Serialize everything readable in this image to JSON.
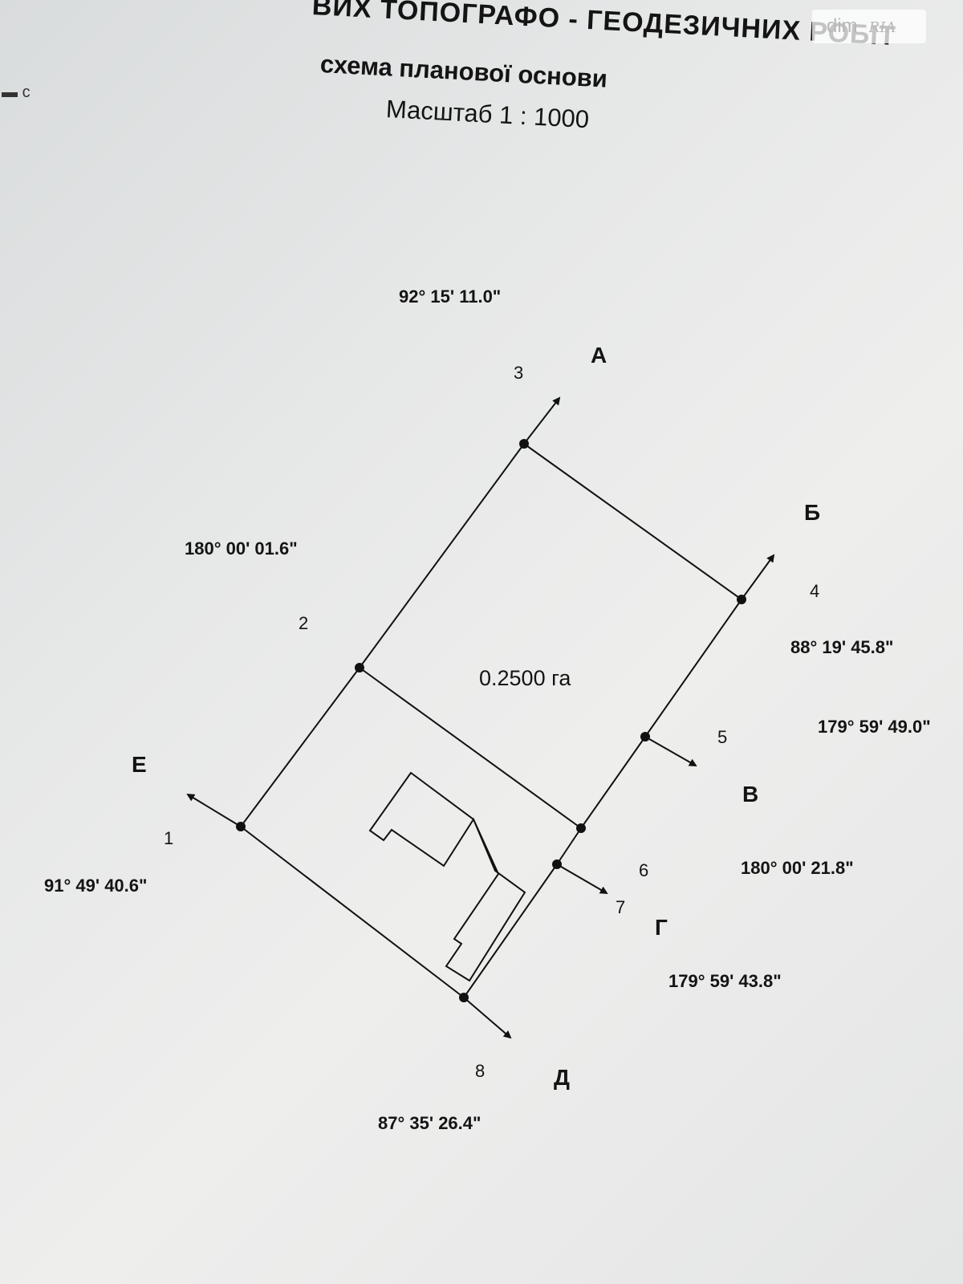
{
  "document": {
    "header": "ВИХ ТОПОГРАФО - ГЕОДЕЗИЧНИХ РОБІТ",
    "title": "схема планової основи",
    "scale": "Масштаб 1 : 1000",
    "corner_mark": "c"
  },
  "watermark": {
    "brand": "dim",
    "sub": "RIA"
  },
  "plan": {
    "area": "0.2500 га",
    "point_numbers": [
      "1",
      "2",
      "3",
      "4",
      "5",
      "6",
      "7",
      "8"
    ],
    "letters": [
      "А",
      "Б",
      "В",
      "Г",
      "Д",
      "Е"
    ],
    "angles": [
      "92°  15'  11.0\"",
      "180°  00'  01.6\"",
      "88°  19'  45.8\"",
      "179°  59'  49.0\"",
      "180°  00'  21.8\"",
      "179°  59'  43.8\"",
      "87°  35'  26.4\"",
      "91°  49'  40.6\""
    ]
  }
}
